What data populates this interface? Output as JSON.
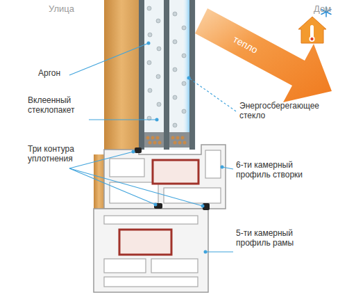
{
  "diagram": {
    "labels": [
      "Улица",
      "тепло",
      "Дом",
      "Аргон",
      "Вклеенный стеклопакет",
      "Энергосберегающее стекло",
      "Три контура уплотнения",
      "6-ти камерный профиль створки",
      "5-ти камерный профиль рамы"
    ]
  }
}
